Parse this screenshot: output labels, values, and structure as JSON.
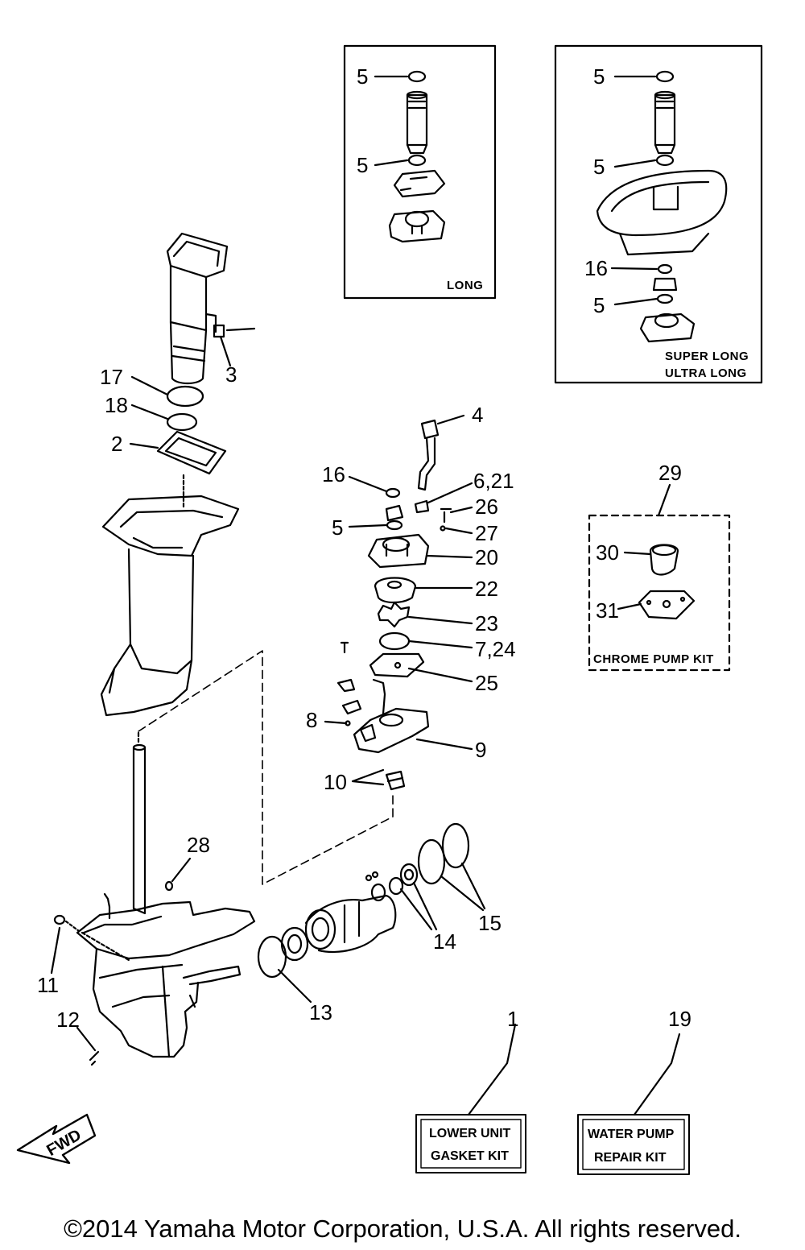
{
  "labels": {
    "l1": "1",
    "l2": "2",
    "l3": "3",
    "l4": "4",
    "l5_long_top": "5",
    "l5_long_bot": "5",
    "l5_sl_top": "5",
    "l5_sl_mid": "5",
    "l5_sl_bot": "5",
    "l16_sl": "16",
    "l6_21": "6,21",
    "l7_24": "7,24",
    "l8": "8",
    "l9": "9",
    "l10": "10",
    "l11": "11",
    "l12": "12",
    "l13": "13",
    "l14": "14",
    "l15": "15",
    "l16": "16",
    "l5": "5",
    "l17": "17",
    "l18": "18",
    "l19": "19",
    "l20": "20",
    "l22": "22",
    "l23": "23",
    "l25": "25",
    "l26": "26",
    "l27": "27",
    "l28": "28",
    "l29": "29",
    "l30": "30",
    "l31": "31"
  },
  "boxes": {
    "long": "LONG",
    "super_long": "SUPER LONG",
    "ultra_long": "ULTRA LONG",
    "chrome_kit": "CHROME PUMP KIT"
  },
  "kits": {
    "gasket_line1": "LOWER UNIT",
    "gasket_line2": "GASKET KIT",
    "pump_line1": "WATER PUMP",
    "pump_line2": "REPAIR KIT"
  },
  "fwd": "FWD",
  "footer": "©2014 Yamaha Motor Corporation, U.S.A. All rights reserved."
}
